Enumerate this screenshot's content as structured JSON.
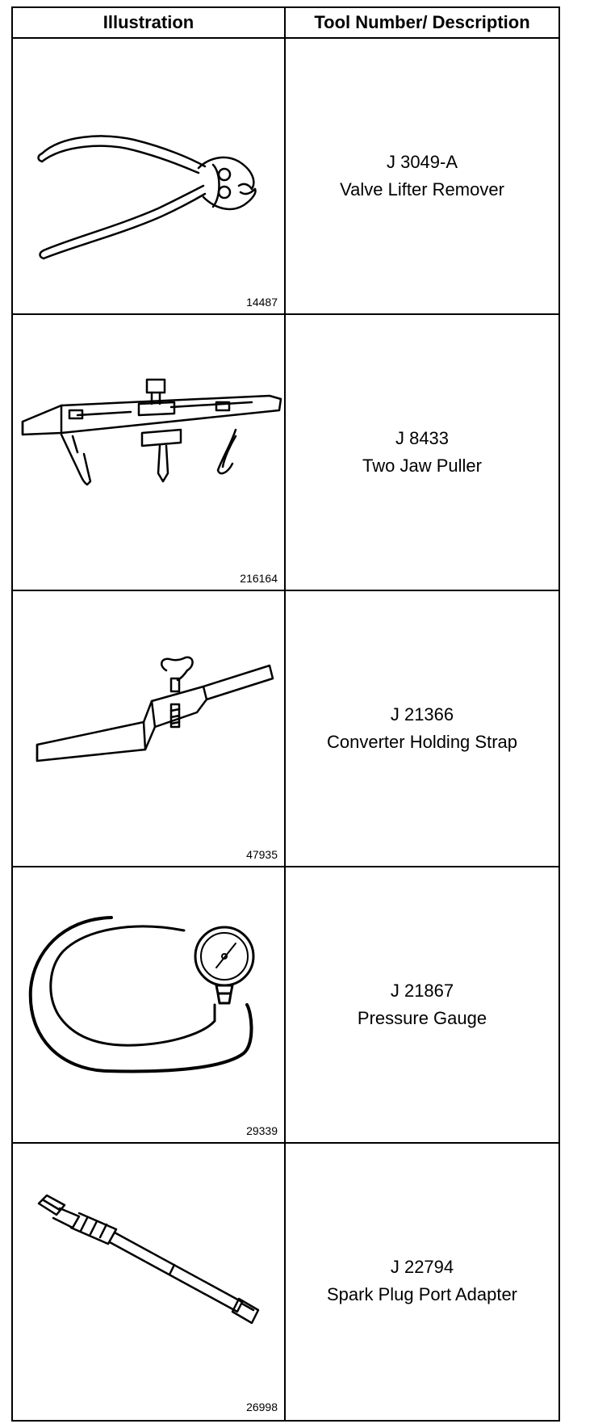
{
  "header": {
    "illustration_label": "Illustration",
    "description_label": "Tool Number/ Description"
  },
  "tools": [
    {
      "tool_number": "J 3049-A",
      "description": "Valve Lifter Remover",
      "figure_number": "14487",
      "icon": "pliers-icon"
    },
    {
      "tool_number": "J 8433",
      "description": "Two Jaw Puller",
      "figure_number": "216164",
      "icon": "two-jaw-puller-icon"
    },
    {
      "tool_number": "J 21366",
      "description": "Converter Holding Strap",
      "figure_number": "47935",
      "icon": "holding-strap-icon"
    },
    {
      "tool_number": "J 21867",
      "description": "Pressure Gauge",
      "figure_number": "29339",
      "icon": "pressure-gauge-icon"
    },
    {
      "tool_number": "J 22794",
      "description": "Spark Plug Port Adapter",
      "figure_number": "26998",
      "icon": "port-adapter-icon"
    }
  ]
}
